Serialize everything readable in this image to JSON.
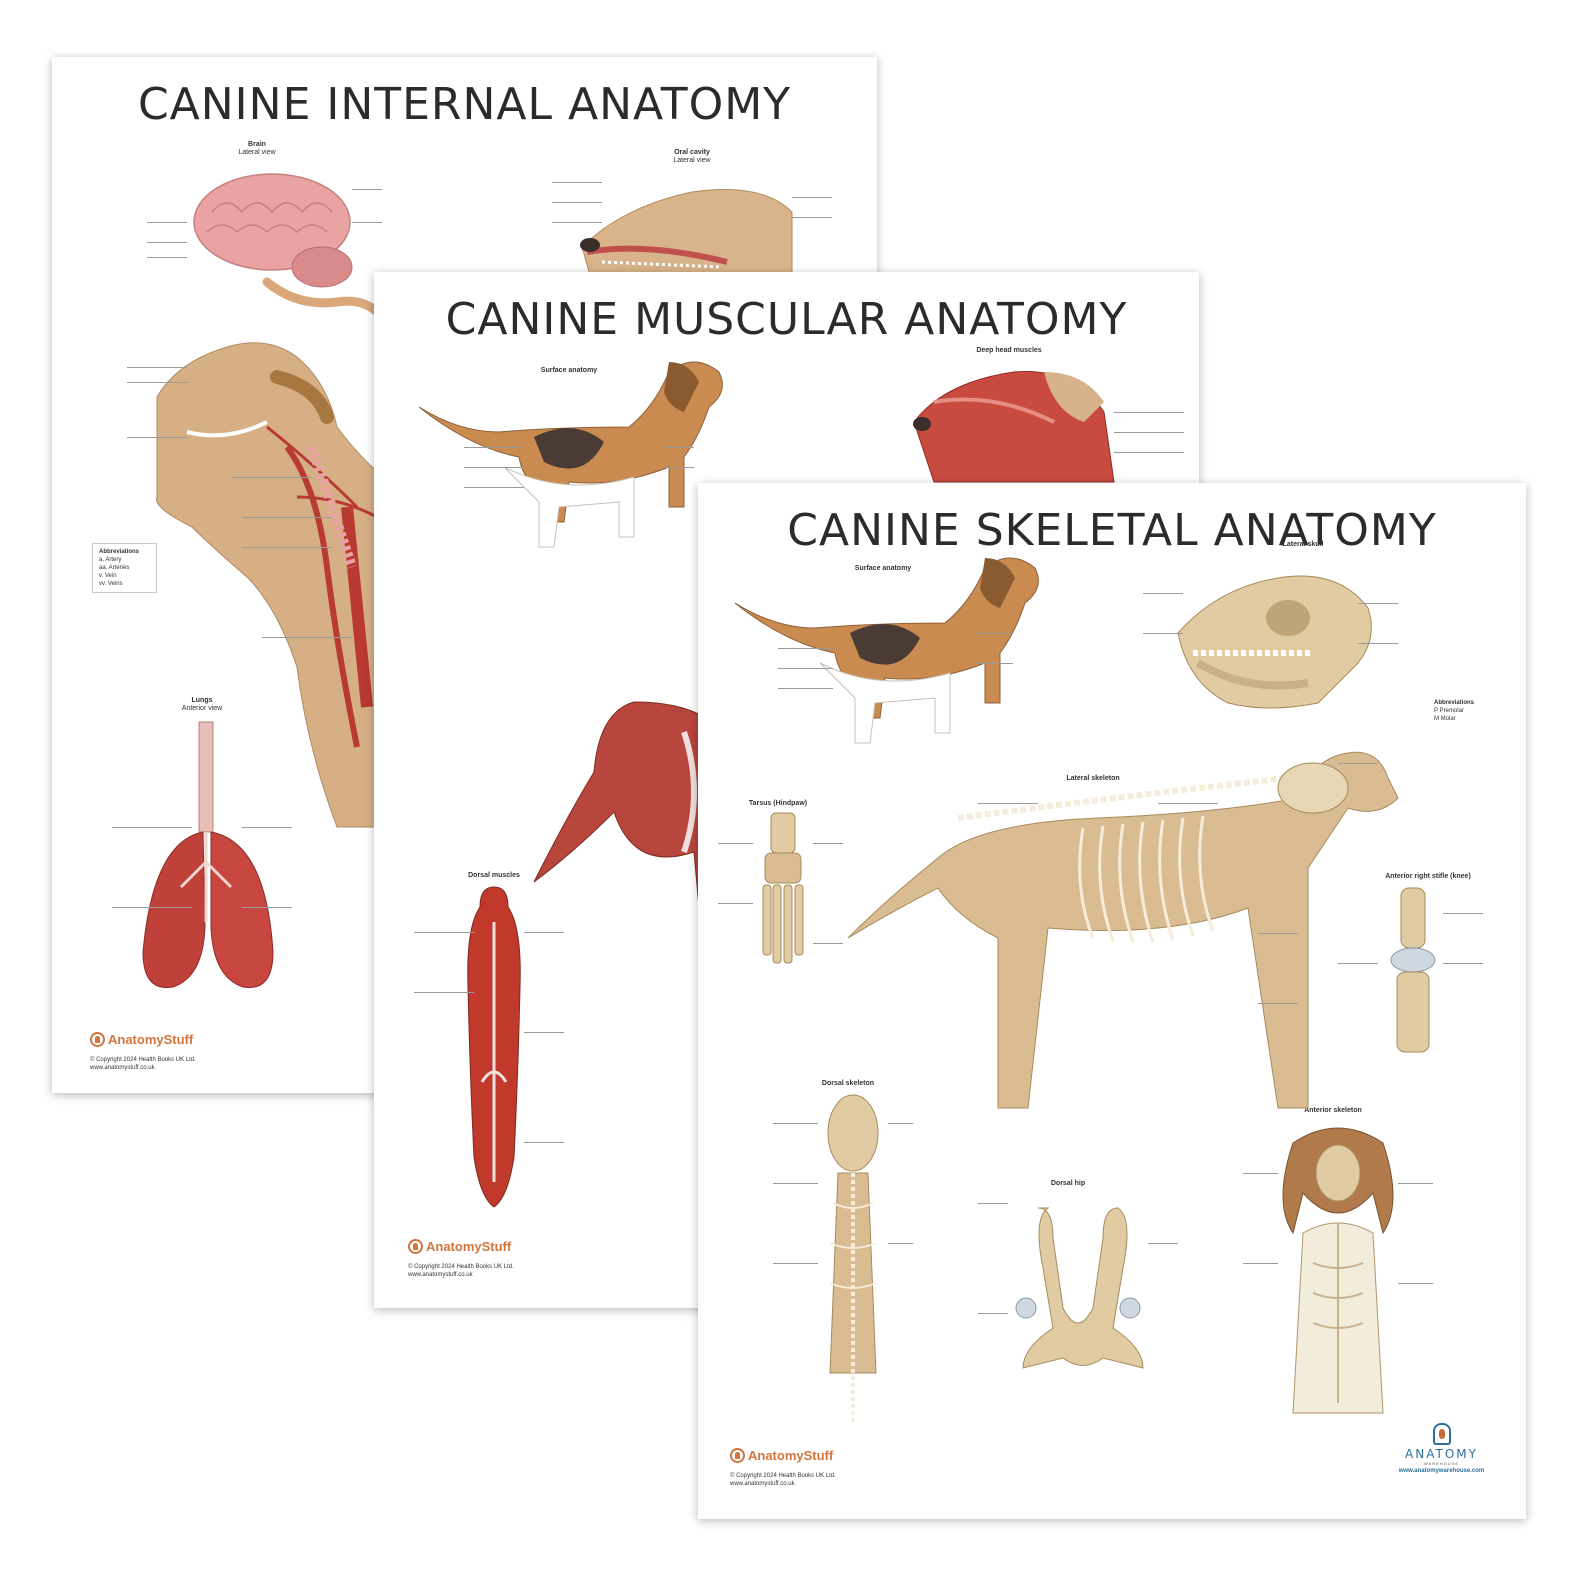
{
  "posters": {
    "internal": {
      "title": "CANINE INTERNAL ANATOMY",
      "sections": {
        "brain": {
          "title": "Brain",
          "subtitle": "Lateral view"
        },
        "oral": {
          "title": "Oral cavity",
          "subtitle": "Lateral view"
        },
        "lungs": {
          "title": "Lungs",
          "subtitle": "Anterior view"
        }
      },
      "abbreviations": {
        "title": "Abbreviations",
        "lines": [
          "a. Artery",
          "aa. Arteries",
          "v. Vein",
          "vv. Veins"
        ]
      },
      "brand": "AnatomyStuff",
      "copyright": "© Copyright 2024 Health Books UK Ltd.",
      "website": "www.anatomystuff.co.uk"
    },
    "muscular": {
      "title": "CANINE MUSCULAR ANATOMY",
      "sections": {
        "surface": {
          "title": "Surface anatomy"
        },
        "deep_head": {
          "title": "Deep head muscles"
        },
        "dorsal": {
          "title": "Dorsal muscles"
        }
      },
      "brand": "AnatomyStuff",
      "copyright": "© Copyright 2024 Health Books UK Ltd.",
      "website": "www.anatomystuff.co.uk"
    },
    "skeletal": {
      "title": "CANINE SKELETAL ANATOMY",
      "sections": {
        "surface": {
          "title": "Surface anatomy"
        },
        "lateral_skull": {
          "title": "Lateral skull"
        },
        "lateral_skeleton": {
          "title": "Lateral skeleton"
        },
        "tarsus": {
          "title": "Tarsus (Hindpaw)"
        },
        "stifle": {
          "title": "Anterior right stifle (knee)"
        },
        "dorsal_skeleton": {
          "title": "Dorsal skeleton"
        },
        "dorsal_hip": {
          "title": "Dorsal hip"
        },
        "anterior_skeleton": {
          "title": "Anterior skeleton"
        }
      },
      "abbreviations": {
        "title": "Abbreviations",
        "lines": [
          "P Premolar",
          "M Molar"
        ]
      },
      "brand": "AnatomyStuff",
      "copyright": "© Copyright 2024 Health Books UK Ltd.",
      "website": "www.anatomystuff.co.uk",
      "publisher": {
        "name": "ANATOMY",
        "sub": "WAREHOUSE",
        "website": "www.anatomywarehouse.com"
      }
    }
  },
  "colors": {
    "title_text": "#2b2b2b",
    "muscle_red": "#c0392b",
    "organ_red": "#b83a32",
    "brain_pink": "#e8a0a0",
    "bone": "#d9c29a",
    "coat_tan": "#c98b4f",
    "coat_dark": "#4a3b35",
    "brand_orange": "#d2753c",
    "publisher_blue": "#2d6f9a"
  }
}
